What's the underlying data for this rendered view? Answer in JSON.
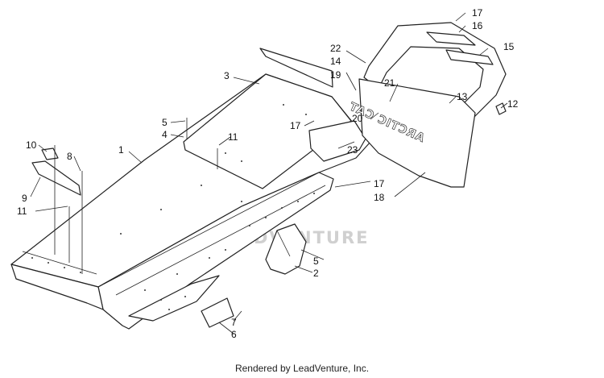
{
  "callouts": [
    {
      "id": "c1",
      "text": "1"
    },
    {
      "id": "c2",
      "text": "2"
    },
    {
      "id": "c3",
      "text": "3"
    },
    {
      "id": "c4",
      "text": "4"
    },
    {
      "id": "c5a",
      "text": "5"
    },
    {
      "id": "c5b",
      "text": "5"
    },
    {
      "id": "c6",
      "text": "6"
    },
    {
      "id": "c7",
      "text": "7"
    },
    {
      "id": "c8",
      "text": "8"
    },
    {
      "id": "c9",
      "text": "9"
    },
    {
      "id": "c10",
      "text": "10"
    },
    {
      "id": "c11a",
      "text": "11"
    },
    {
      "id": "c11b",
      "text": "11"
    },
    {
      "id": "c12",
      "text": "12"
    },
    {
      "id": "c13",
      "text": "13"
    },
    {
      "id": "c14",
      "text": "14"
    },
    {
      "id": "c15",
      "text": "15"
    },
    {
      "id": "c16",
      "text": "16"
    },
    {
      "id": "c17a",
      "text": "17"
    },
    {
      "id": "c17b",
      "text": "17"
    },
    {
      "id": "c17c",
      "text": "17"
    },
    {
      "id": "c18",
      "text": "18"
    },
    {
      "id": "c19",
      "text": "19"
    },
    {
      "id": "c20",
      "text": "20"
    },
    {
      "id": "c21",
      "text": "21"
    },
    {
      "id": "c22",
      "text": "22"
    },
    {
      "id": "c23",
      "text": "23"
    }
  ],
  "flap_lettering": "ARCTIC CAT",
  "watermark": "LEADVENTURE",
  "footer": "Rendered by LeadVenture, Inc."
}
